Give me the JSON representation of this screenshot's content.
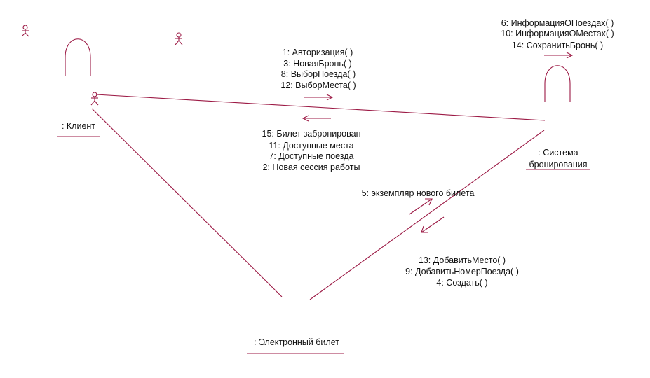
{
  "colors": {
    "line": "#9c1a45",
    "text": "#111111",
    "background": "#ffffff"
  },
  "objects": {
    "client": {
      "label": ": Клиент"
    },
    "booking_system": {
      "label_line1": ": Система",
      "label_line2": "бронирования"
    },
    "ticket": {
      "label": ": Электронный билет"
    }
  },
  "messages": {
    "client_to_system": [
      "1: Авторизация( )",
      "3: НоваяБронь( )",
      "8: ВыборПоезда( )",
      "12: ВыборМеста( )"
    ],
    "system_to_client": [
      "15: Билет забронирован",
      "11: Доступные места",
      "7: Доступные поезда",
      "2: Новая сессия работы"
    ],
    "system_self": [
      "6: ИнформацияОПоездах( )",
      "10: ИнформацияОМестах( )",
      "14: СохранитьБронь( )"
    ],
    "ticket_to_system": [
      "5: экземпляр нового билета"
    ],
    "system_to_ticket": [
      "13: ДобавитьМесто( )",
      "9: ДобавитьНомерПоезда( )",
      "4: Создать( )"
    ]
  }
}
